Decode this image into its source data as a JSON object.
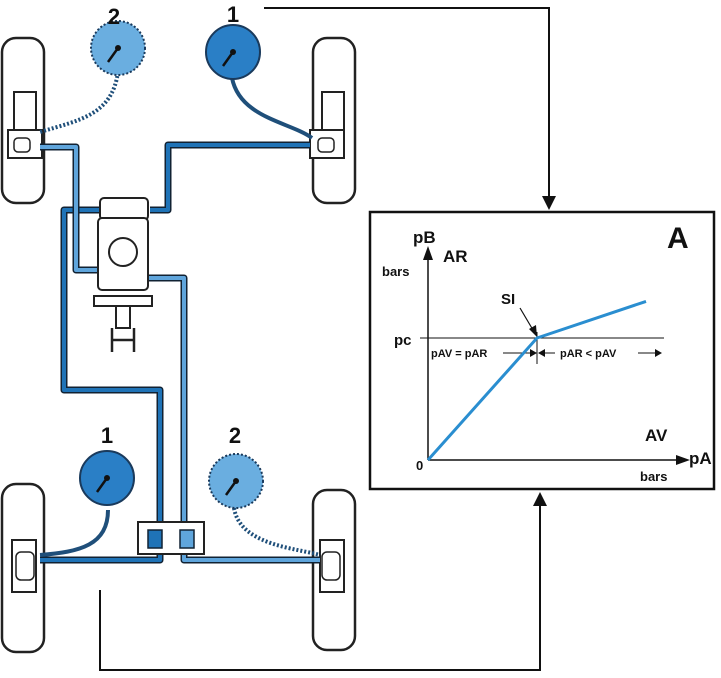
{
  "gauges": {
    "front_left_label": "2",
    "front_right_label": "1",
    "rear_left_label": "1",
    "rear_right_label": "2"
  },
  "colors": {
    "line_dark": "#1f73b7",
    "line_light": "#5fa5dc",
    "gauge_dark": "#2a7fc6",
    "gauge_light": "#6aaee0",
    "curve": "#2a8ed0"
  },
  "graph": {
    "panel_letter": "A",
    "y_axis_label": "pB",
    "y_group_label": "AR",
    "y_unit_label": "bars",
    "x_axis_label": "pA",
    "x_group_label": "AV",
    "x_unit_label": "bars",
    "origin_label": "0",
    "threshold_label": "pc",
    "knee_label": "SI",
    "left_region_label": "pAV = pAR",
    "right_region_label": "pAR < pAV"
  },
  "chart_data": {
    "type": "line",
    "series": [
      {
        "values_x": [
          0,
          1,
          2
        ],
        "values_y": [
          0,
          1,
          1.3
        ]
      }
    ]
  }
}
